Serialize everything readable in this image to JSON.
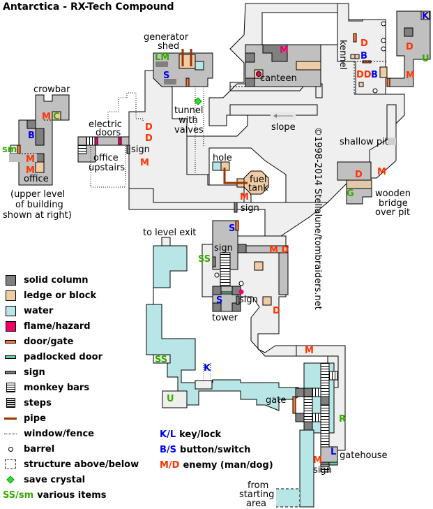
{
  "title": "Antarctica - RX-Tech Compound",
  "copyright": "©1998-2014 Stellalune/tombraiders.net",
  "colors": {
    "floor": "#efefef",
    "interior": "#c0c0c0",
    "column": "#808080",
    "ledge": "#f0cca6",
    "water": "#b8e6e6",
    "hazard": "#ee0066",
    "door": "#ff7733",
    "padlock": "#66cc99",
    "pipe": "#993300",
    "enemy": "#ff3300",
    "item": "#33aa00",
    "key": "#0000ee",
    "crystal": "#33dd33"
  },
  "labels": {
    "generator_shed": [
      "generator",
      "shed"
    ],
    "crowbar": "crowbar",
    "canteen": "canteen",
    "kennel": "kennel",
    "tunnel": [
      "tunnel",
      "with",
      "valves"
    ],
    "electric_doors": [
      "electric",
      "doors"
    ],
    "office_upstairs": [
      "office",
      "upstairs"
    ],
    "office": "office",
    "upper_level_note": [
      "(upper level",
      "of building",
      "shown at right)"
    ],
    "slope": "slope",
    "shallow_pit": "shallow pit",
    "hole": "hole",
    "fuel_tank": [
      "fuel",
      "tank"
    ],
    "wooden_bridge": [
      "wooden",
      "bridge",
      "over pit"
    ],
    "to_level_exit": "to level exit",
    "tower": "tower",
    "gate": "gate",
    "gatehouse": "gatehouse",
    "from_start": [
      "from",
      "starting",
      "area"
    ],
    "sign": "sign"
  },
  "markers": {
    "LM": "LM",
    "S": "S",
    "M": "M",
    "C": "C",
    "B": "B",
    "sm": "sm",
    "D": "D",
    "DD": "DD",
    "MD": "M D",
    "K": "K",
    "U": "U",
    "G": "G",
    "SS": "SS",
    "R": "R",
    "L": "L"
  },
  "legend": [
    {
      "icon": "solid-column",
      "label": "solid column"
    },
    {
      "icon": "ledge",
      "label": "ledge or block"
    },
    {
      "icon": "water",
      "label": "water"
    },
    {
      "icon": "hazard",
      "label": "flame/hazard"
    },
    {
      "icon": "door",
      "label": "door/gate"
    },
    {
      "icon": "padlock",
      "label": "padlocked door"
    },
    {
      "icon": "sign",
      "label": "sign"
    },
    {
      "icon": "monkey-bars",
      "label": "monkey bars"
    },
    {
      "icon": "steps",
      "label": "steps"
    },
    {
      "icon": "pipe",
      "label": "pipe"
    },
    {
      "icon": "window",
      "label": "window/fence"
    },
    {
      "icon": "barrel",
      "label": "barrel"
    },
    {
      "icon": "structure",
      "label": "structure above/below"
    },
    {
      "icon": "crystal",
      "label": "save crystal"
    },
    {
      "icon": "items",
      "code": "SS/sm",
      "label": "various items"
    }
  ],
  "legend2": [
    {
      "code": "K/L",
      "label": "key/lock",
      "color": "#0000ee"
    },
    {
      "code": "B/S",
      "label": "button/switch",
      "color": "#0000ee"
    },
    {
      "code": "M/D",
      "label": "enemy (man/dog)",
      "color": "#ff3300"
    }
  ]
}
